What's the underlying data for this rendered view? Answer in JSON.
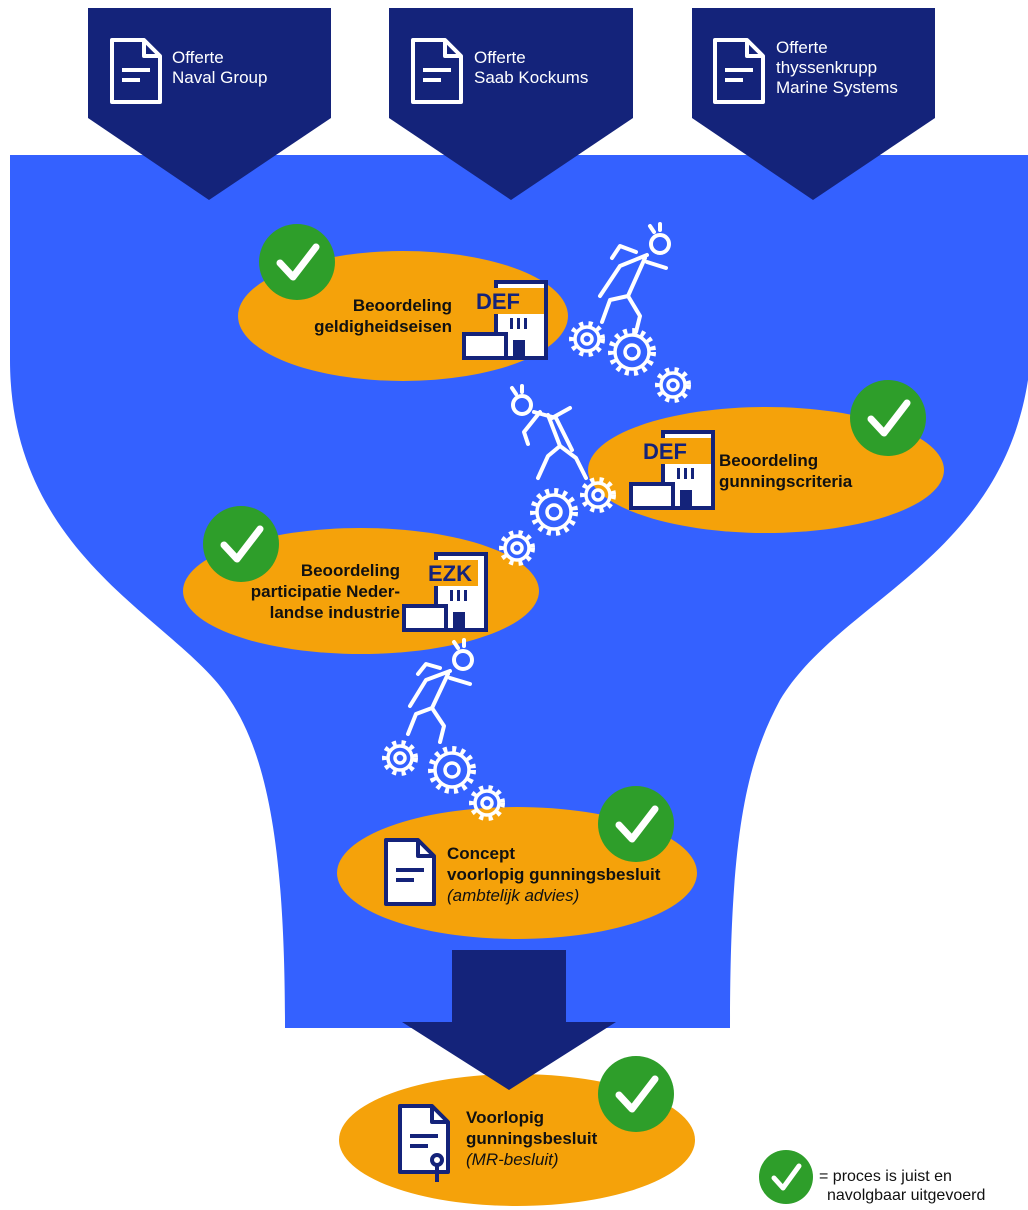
{
  "colors": {
    "funnel": "#3461ff",
    "navy": "#14237a",
    "ellipse": "#f5a20a",
    "check_green": "#2e9e2a",
    "text_dark": "#111111",
    "white": "#ffffff"
  },
  "offers": [
    {
      "line1": "Offerte",
      "line2": "Naval Group",
      "line3": ""
    },
    {
      "line1": "Offerte",
      "line2": "Saab Kockums",
      "line3": ""
    },
    {
      "line1": "Offerte",
      "line2": "thyssenkrupp",
      "line3": "Marine Systems"
    }
  ],
  "steps": [
    {
      "lines": [
        "Beoordeling",
        "geldigheidseisen"
      ],
      "building": "DEF"
    },
    {
      "lines": [
        "Beoordeling",
        "gunningscriteria"
      ],
      "building": "DEF"
    },
    {
      "lines": [
        "Beoordeling",
        "participatie Neder-",
        "landse industrie"
      ],
      "building": "EZK"
    },
    {
      "lines": [
        "Concept",
        "voorlopig gunningsbesluit"
      ],
      "note": "(ambtelijk advies)"
    },
    {
      "lines": [
        "Voorlopig",
        "gunningsbesluit"
      ],
      "note": "(MR-besluit)"
    }
  ],
  "legend": {
    "line1": "= proces is juist en",
    "line2": "navolgbaar uitgevoerd"
  },
  "icons": {
    "check": "check-circle-icon",
    "document": "document-icon",
    "building": "building-icon",
    "gear": "gear-icon",
    "runner": "running-person-icon",
    "certificate": "certificate-document-icon"
  }
}
